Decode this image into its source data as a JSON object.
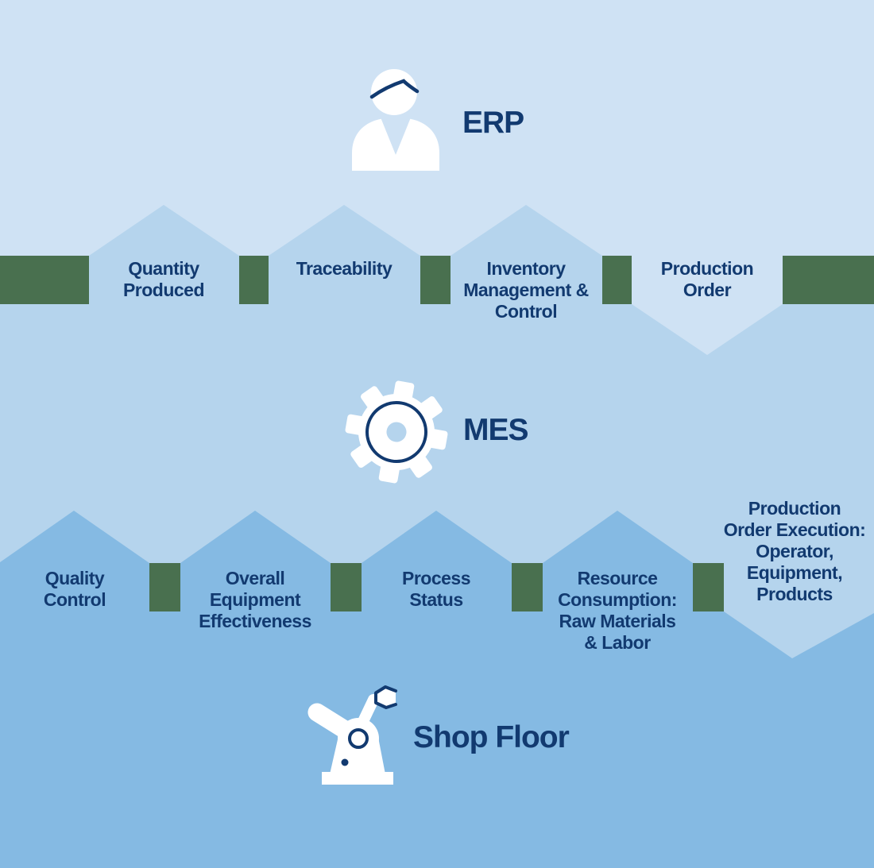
{
  "diagram_title": "ERP / MES / Shop Floor data flow diagram",
  "layers": {
    "erp": {
      "label": "ERP",
      "icon": "person-icon"
    },
    "mes": {
      "label": "MES",
      "icon": "gear-icon"
    },
    "shop_floor": {
      "label": "Shop Floor",
      "icon": "robot-arm-icon"
    }
  },
  "erp_mes_band": {
    "up_flows": [
      {
        "label": "Quantity\nProduced"
      },
      {
        "label": "Traceability"
      },
      {
        "label": "Inventory\nManagement &\nControl"
      }
    ],
    "down_flows": [
      {
        "label": "Production\nOrder"
      }
    ]
  },
  "mes_shop_band": {
    "up_flows": [
      {
        "label": "Quality\nControl"
      },
      {
        "label": "Overall\nEquipment\nEffectiveness"
      },
      {
        "label": "Process\nStatus"
      },
      {
        "label": "Resource\nConsumption:\nRaw Materials\n& Labor"
      }
    ],
    "down_flows": [
      {
        "label": "Production\nOrder Execution:\nOperator,\nEquipment,\nProducts"
      }
    ]
  },
  "colors": {
    "erp_background": "#cfe2f4",
    "mes_background": "#b5d4ed",
    "shop_floor_background": "#85bae3",
    "connector_green": "#49704f",
    "text_navy": "#123a70",
    "icon_white": "#ffffff"
  }
}
